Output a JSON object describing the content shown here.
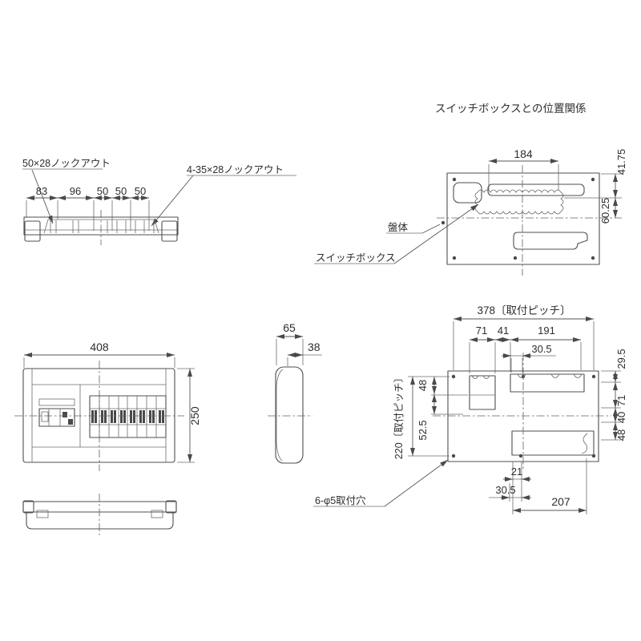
{
  "drawing": {
    "title": "スイッチボックスとの位置関係",
    "line_color": "#4f4f4f",
    "text_color": "#2e2e2e",
    "background": "#ffffff"
  },
  "top_view": {
    "knockout_label_left": "50×28ノックアウト",
    "knockout_label_right": "4-35×28ノックアウト",
    "dims": [
      "83",
      "96",
      "50",
      "50",
      "50"
    ]
  },
  "switchbox_view": {
    "dim_width": "184",
    "dim_top_offset": "41.75",
    "dim_center_offset": "60.25",
    "label_body": "盤体",
    "label_box": "スイッチボックス"
  },
  "front_view": {
    "dim_width": "408",
    "dim_height": "250"
  },
  "side_view": {
    "dim_depth": "65",
    "dim_body": "38"
  },
  "mounting_view": {
    "dim_pitch_h": "378〔取付ピッチ〕",
    "dims_top": [
      "71",
      "41",
      "191"
    ],
    "dim_offset_top": "30.5",
    "dim_pitch_v": "220〔取付ピッチ〕",
    "dim_left_48": "48",
    "dim_left_52_5": "52.5",
    "dims_right": [
      "29.5",
      "71",
      "40",
      "48"
    ],
    "dim_bottom_21": "21",
    "dim_bottom_30_5": "30.5",
    "dim_bottom_207": "207",
    "label_holes": "6-φ5取付穴"
  }
}
